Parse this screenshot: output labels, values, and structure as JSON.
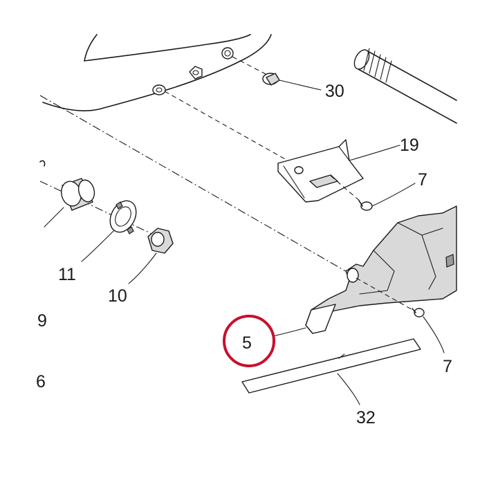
{
  "labels": {
    "p30": "30",
    "p19": "19",
    "p7a": "7",
    "p11": "11",
    "p10": "10",
    "p9": "9",
    "p5": "5",
    "p7b": "7",
    "p32": "32",
    "p6": "6"
  },
  "highlight": {
    "part": "5",
    "color": "#c8102e"
  }
}
